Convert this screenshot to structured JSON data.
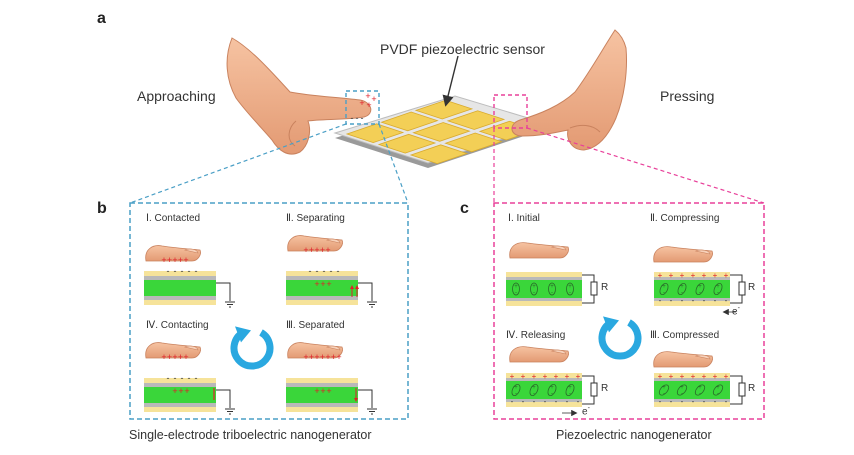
{
  "panels": {
    "a": {
      "letter": "a",
      "sensor_label": "PVDF piezoelectric sensor",
      "left_label": "Approaching",
      "right_label": "Pressing"
    },
    "b": {
      "letter": "b",
      "states": [
        "Ⅰ. Contacted",
        "Ⅱ. Separating",
        "Ⅳ. Contacting",
        "Ⅲ. Separated"
      ],
      "caption": "Single-electrode triboelectric nanogenerator"
    },
    "c": {
      "letter": "c",
      "states": [
        "Ⅰ. Initial",
        "Ⅱ. Compressing",
        "Ⅳ. Releasing",
        "Ⅲ. Compressed"
      ],
      "resistor": "R",
      "electron": "e",
      "electron_sup": "-",
      "caption": "Piezoelectric nanogenerator"
    }
  },
  "colors": {
    "blue_frame": "#4a9fc6",
    "pink_frame": "#e8409a",
    "skin": "#f2b28c",
    "electrode_yellow": "#f6e39a",
    "pvdf_green": "#3ad63a",
    "substrate_gray": "#b9b9b9",
    "charge_red": "#e0202a",
    "cycle_arrow": "#2aa8e0"
  }
}
